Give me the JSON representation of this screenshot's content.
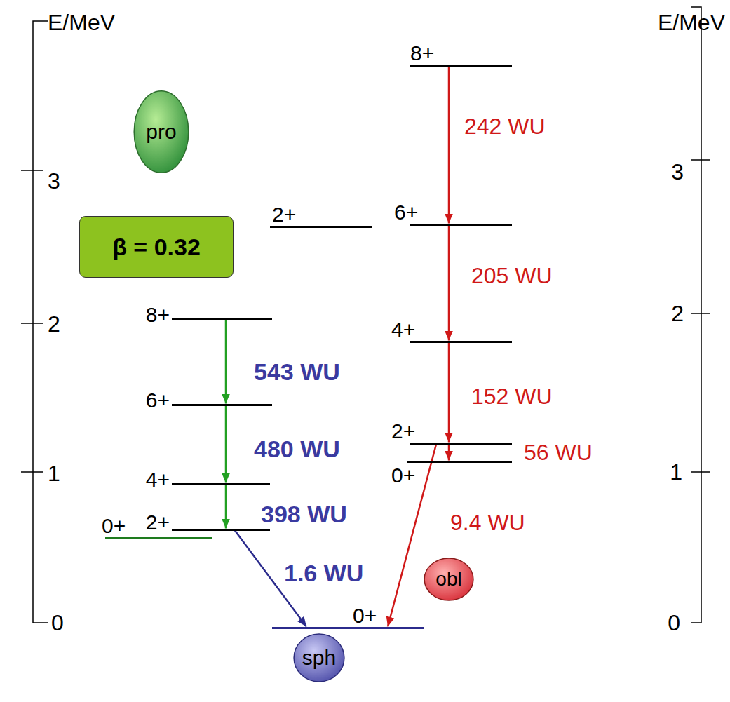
{
  "diagram": {
    "nodes": [
      {
        "text": [
          "pro"
        ]
      },
      {
        "text": [
          "β = 0.32"
        ]
      },
      {
        "text": [
          "8+"
        ]
      },
      {
        "text": [
          "6+"
        ]
      },
      {
        "text": [
          "4+"
        ]
      },
      {
        "text": [
          "2+"
        ]
      },
      {
        "text": [
          "0+"
        ]
      },
      {
        "text": [
          "2+"
        ]
      },
      {
        "text": [
          "8+"
        ]
      },
      {
        "text": [
          "6+"
        ]
      },
      {
        "text": [
          "4+"
        ]
      },
      {
        "text": [
          "2+"
        ]
      },
      {
        "text": [
          "0+"
        ]
      },
      {
        "text": [
          "0+"
        ]
      },
      {
        "text": [
          "obl"
        ]
      },
      {
        "text": [
          "sph"
        ]
      }
    ],
    "edges": [
      {
        "from": 2,
        "to": 3,
        "label": "543 WU",
        "arrow": "to"
      },
      {
        "from": 3,
        "to": 4,
        "label": "480 WU",
        "arrow": "to"
      },
      {
        "from": 4,
        "to": 5,
        "label": "398 WU",
        "arrow": "to"
      },
      {
        "from": 5,
        "to": 13,
        "label": "1.6 WU",
        "arrow": "to"
      },
      {
        "from": 8,
        "to": 9,
        "label": "242 WU",
        "arrow": "to"
      },
      {
        "from": 9,
        "to": 10,
        "label": "205 WU",
        "arrow": "to"
      },
      {
        "from": 10,
        "to": 11,
        "label": "152 WU",
        "arrow": "to"
      },
      {
        "from": 11,
        "to": 12,
        "label": "56 WU",
        "arrow": "to"
      },
      {
        "from": 11,
        "to": 13,
        "label": "9.4 WU",
        "arrow": "to"
      }
    ],
    "labels": [
      "E/MeV",
      "3",
      "2",
      "1",
      "0",
      "E/MeV",
      "3",
      "2",
      "1",
      "0"
    ]
  }
}
